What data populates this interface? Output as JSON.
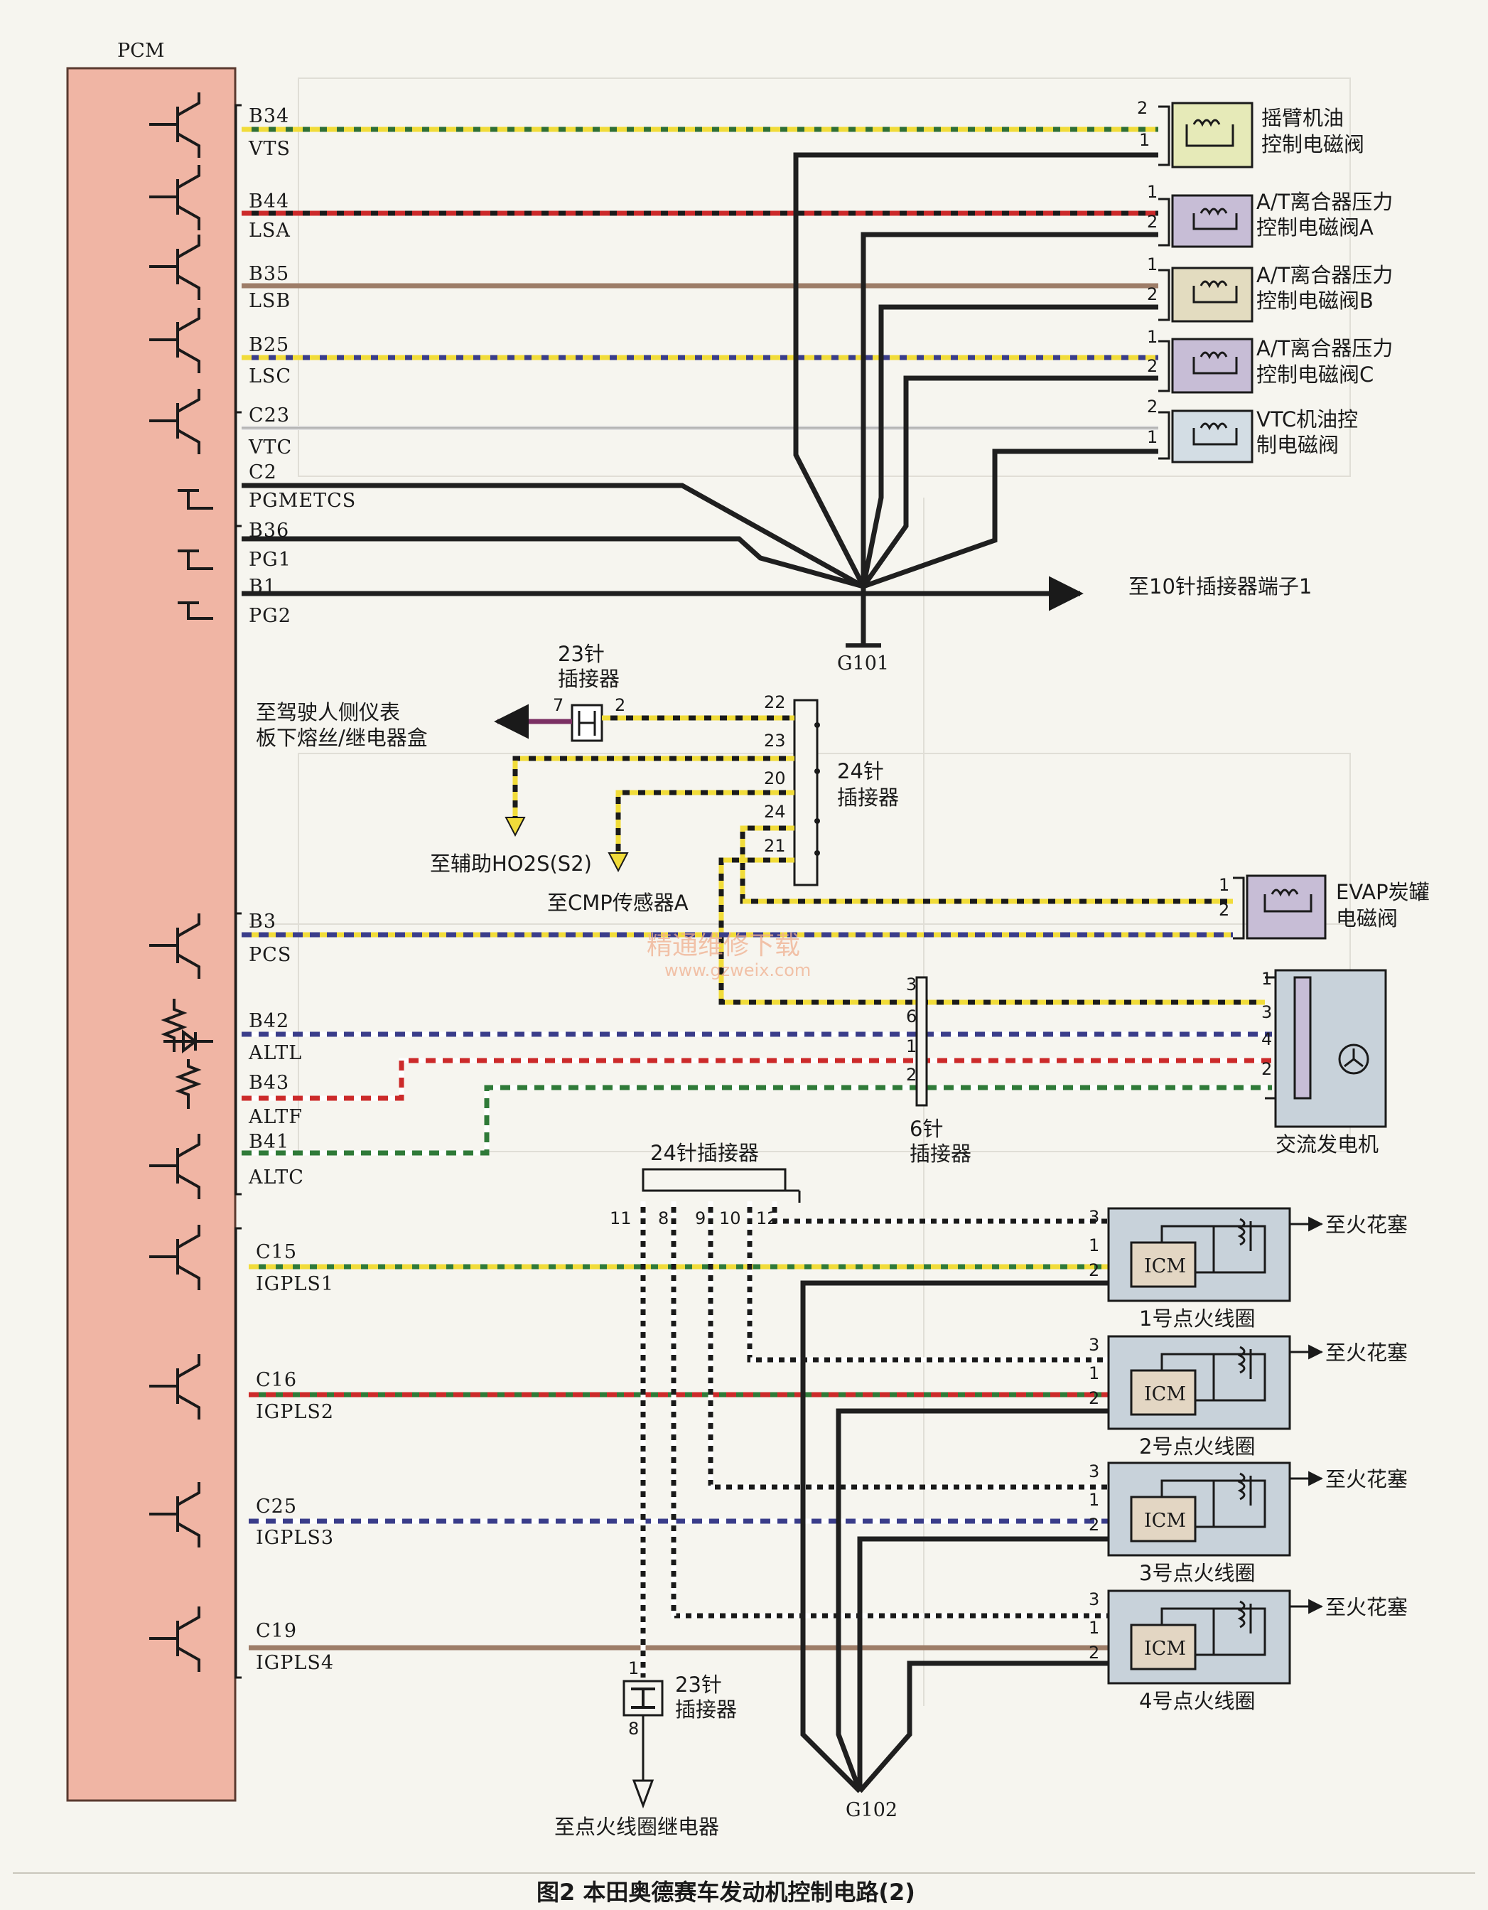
{
  "caption": "图2 本田奥德赛车发动机控制电路(2)",
  "watermark": {
    "line1": "精通维修下载",
    "line2": "www.gzweix.com"
  },
  "pcm": {
    "label": "PCM"
  },
  "signals": [
    {
      "pin": "B34",
      "name": "VTS"
    },
    {
      "pin": "B44",
      "name": "LSA"
    },
    {
      "pin": "B35",
      "name": "LSB"
    },
    {
      "pin": "B25",
      "name": "LSC"
    },
    {
      "pin": "C23",
      "name": "VTC"
    },
    {
      "pin": "C2",
      "name": "PGMETCS"
    },
    {
      "pin": "B36",
      "name": "PG1"
    },
    {
      "pin": "B1",
      "name": "PG2"
    },
    {
      "pin": "B3",
      "name": "PCS"
    },
    {
      "pin": "B42",
      "name": "ALTL"
    },
    {
      "pin": "B43",
      "name": "ALTF"
    },
    {
      "pin": "B41",
      "name": "ALTC"
    },
    {
      "pin": "C15",
      "name": "IGPLS1"
    },
    {
      "pin": "C16",
      "name": "IGPLS2"
    },
    {
      "pin": "C25",
      "name": "IGPLS3"
    },
    {
      "pin": "C19",
      "name": "IGPLS4"
    }
  ],
  "valves": [
    {
      "line1": "摇臂机油",
      "line2": "控制电磁阀",
      "pinTop": "2",
      "pinBot": "1",
      "color": "#e6eab8"
    },
    {
      "line1": "A/T离合器压力",
      "line2": "控制电磁阀A",
      "pinTop": "1",
      "pinBot": "2",
      "color": "#c7bdd6"
    },
    {
      "line1": "A/T离合器压力",
      "line2": "控制电磁阀B",
      "pinTop": "1",
      "pinBot": "2",
      "color": "#e3dcc0"
    },
    {
      "line1": "A/T离合器压力",
      "line2": "控制电磁阀C",
      "pinTop": "1",
      "pinBot": "2",
      "color": "#c7bdd6"
    },
    {
      "line1": "VTC机油控",
      "line2": "制电磁阀",
      "pinTop": "2",
      "pinBot": "1",
      "color": "#d3dde4"
    }
  ],
  "ground_g101": "G101",
  "ground_g102": "G102",
  "to_10pin": "至10针插接器端子1",
  "connector_23_top": {
    "line1": "23针",
    "line2": "插接器",
    "pinL": "7",
    "pinR": "2"
  },
  "to_fuse_box": {
    "line1": "至驾驶人侧仪表",
    "line2": "板下熔丝/继电器盒"
  },
  "connector_24_top": {
    "line1": "24针",
    "line2": "插接器",
    "pins": [
      "22",
      "23",
      "20",
      "24",
      "21"
    ]
  },
  "to_ho2s": "至辅助HO2S(S2)",
  "to_cmp": "至CMP传感器A",
  "evap": {
    "line1": "EVAP炭罐",
    "line2": "电磁阀",
    "pinTop": "1",
    "pinBot": "2"
  },
  "connector_6": {
    "line1": "6针",
    "line2": "插接器",
    "pins": [
      "3",
      "6",
      "1",
      "2"
    ]
  },
  "alternator": {
    "label": "交流发电机",
    "pins": [
      "1",
      "3",
      "4",
      "2"
    ]
  },
  "connector_24_bottom": {
    "label": "24针插接器",
    "pins": [
      "11",
      "8",
      "9",
      "10",
      "12"
    ]
  },
  "coils": [
    {
      "label": "1号点火线圈",
      "icm": "ICM",
      "plug": "至火花塞"
    },
    {
      "label": "2号点火线圈",
      "icm": "ICM",
      "plug": "至火花塞"
    },
    {
      "label": "3号点火线圈",
      "icm": "ICM",
      "plug": "至火花塞"
    },
    {
      "label": "4号点火线圈",
      "icm": "ICM",
      "plug": "至火花塞"
    }
  ],
  "coil_pins": [
    "3",
    "1",
    "2"
  ],
  "connector_23_bottom": {
    "line1": "23针",
    "line2": "插接器",
    "pinTop": "1",
    "pinBot": "8"
  },
  "to_coil_relay": "至点火线圈继电器"
}
